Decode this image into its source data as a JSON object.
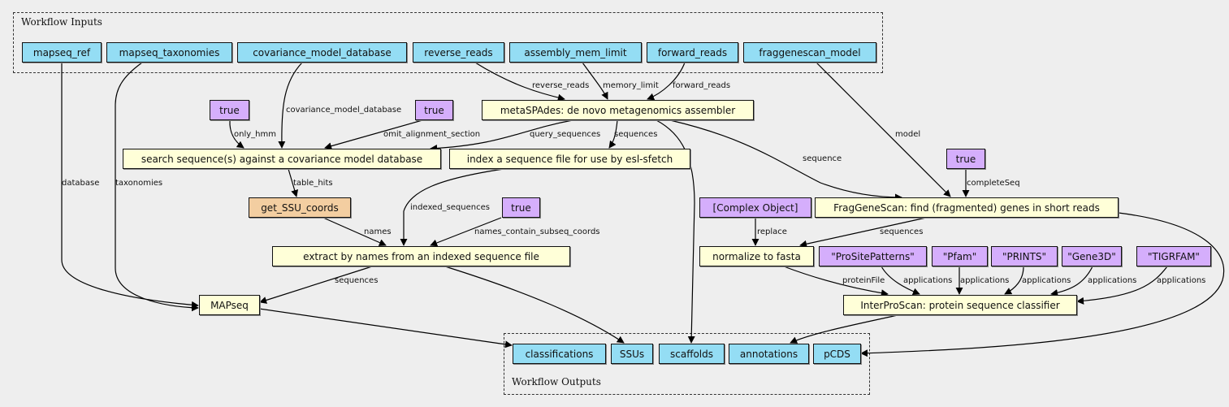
{
  "inputs_cluster": {
    "title": "Workflow Inputs"
  },
  "outputs_cluster": {
    "title": "Workflow Outputs"
  },
  "inputs": {
    "mapseq_ref": "mapseq_ref",
    "mapseq_taxonomies": "mapseq_taxonomies",
    "covariance_model_database": "covariance_model_database",
    "reverse_reads": "reverse_reads",
    "assembly_mem_limit": "assembly_mem_limit",
    "forward_reads": "forward_reads",
    "fraggenescan_model": "fraggenescan_model"
  },
  "outputs": {
    "classifications": "classifications",
    "ssus": "SSUs",
    "scaffolds": "scaffolds",
    "annotations": "annotations",
    "pcds": "pCDS"
  },
  "steps": {
    "metaspades": "metaSPAdes: de novo metagenomics assembler",
    "search": "search sequence(s) against a covariance model database",
    "index": "index a sequence file for use by esl-sfetch",
    "get_ssu_coords": "get_SSU_coords",
    "extract": "extract by names from an indexed sequence file",
    "mapseq": "MAPseq",
    "fraggenescan": "FragGeneScan: find (fragmented) genes in short reads",
    "normalize": "normalize to fasta",
    "interproscan": "InterProScan: protein sequence classifier"
  },
  "values": {
    "true_only_hmm": "true",
    "true_omit": "true",
    "true_complete": "true",
    "true_names": "true",
    "complex_object": "[Complex Object]",
    "prosite": "\"ProSitePatterns\"",
    "pfam": "\"Pfam\"",
    "prints": "\"PRINTS\"",
    "gene3d": "\"Gene3D\"",
    "tigrfam": "\"TIGRFAM\""
  },
  "edge_labels": {
    "database": "database",
    "taxonomies": "taxonomies",
    "covariance_model_database": "covariance_model_database",
    "reverse_reads": "reverse_reads",
    "memory_limit": "memory_limit",
    "forward_reads": "forward_reads",
    "model": "model",
    "only_hmm": "only_hmm",
    "omit_alignment_section": "omit_alignment_section",
    "query_sequences": "query_sequences",
    "sequences_index": "sequences",
    "sequence": "sequence",
    "complete_seq": "completeSeq",
    "table_hits": "table_hits",
    "indexed_sequences": "indexed_sequences",
    "names_contain_subseq_coords": "names_contain_subseq_coords",
    "names": "names",
    "sequences_mapseq": "sequences",
    "replace": "replace",
    "sequences_normalize": "sequences",
    "protein_file": "proteinFile",
    "applications": "applications"
  },
  "colors": {
    "input_output": "#94ddf4",
    "step": "#ffffd8",
    "value": "#d5aefc",
    "tool": "#f3cea1"
  }
}
